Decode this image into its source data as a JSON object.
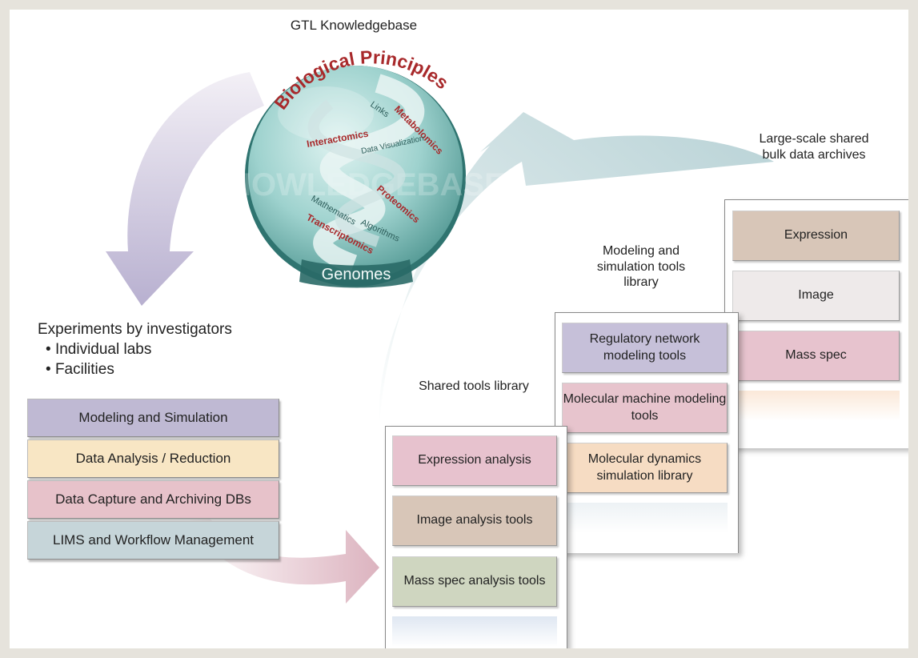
{
  "knowledgebase": {
    "title": "GTL Knowledgebase",
    "arc_label": "Biological Principles",
    "watermark": "KNOWLEDGEBASE",
    "genomes": "Genomes",
    "helix_terms": {
      "metabolomics": "Metabolomics",
      "links": "Links",
      "interactomics": "Interactomics",
      "data_visualization": "Data Visualization",
      "proteomics": "Proteomics",
      "mathematics": "Mathematics",
      "algorithms": "Algorithms",
      "transcriptomics": "Transcriptomics"
    }
  },
  "experiments": {
    "title": "Experiments by investigators",
    "bullets": [
      "Individual labs",
      "Facilities"
    ],
    "stack": [
      {
        "label": "Modeling and Simulation",
        "color": "#bfb9d3"
      },
      {
        "label": "Data Analysis / Reduction",
        "color": "#f8e6c4"
      },
      {
        "label": "Data Capture and Archiving DBs",
        "color": "#e7c2ca"
      },
      {
        "label": "LIMS and Workflow Management",
        "color": "#c6d5d9"
      }
    ]
  },
  "shared_tools": {
    "title": "Shared tools library",
    "items": [
      {
        "label": "Expression analysis",
        "color": "#e7c2ce"
      },
      {
        "label": "Image analysis tools",
        "color": "#d8c6b8"
      },
      {
        "label": "Mass spec analysis tools",
        "color": "#cfd6c0"
      }
    ]
  },
  "modeling_tools": {
    "title": "Modeling and simulation tools library",
    "items": [
      {
        "label": "Regulatory network modeling tools",
        "color": "#c6c0d9"
      },
      {
        "label": "Molecular machine modeling tools",
        "color": "#e7c4cd"
      },
      {
        "label": "Molecular dynamics simulation library",
        "color": "#f6dcc3"
      }
    ]
  },
  "archives": {
    "title": "Large-scale shared bulk data archives",
    "items": [
      {
        "label": "Expression",
        "color": "#d8c6b8"
      },
      {
        "label": "Image",
        "color": "#eeeaea"
      },
      {
        "label": "Mass spec",
        "color": "#e7c3ce"
      }
    ]
  }
}
